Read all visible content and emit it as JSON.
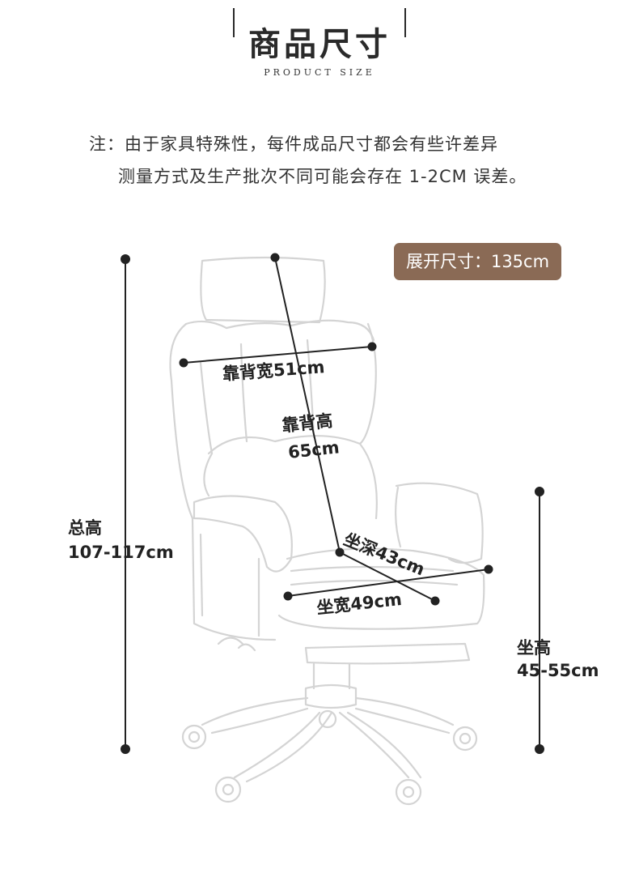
{
  "header": {
    "title": "商品尺寸",
    "subtitle": "PRODUCT SIZE"
  },
  "note": {
    "line1": "注：由于家具特殊性，每件成品尺寸都会有些许差异",
    "line2": "测量方式及生产批次不同可能会存在 1-2CM 误差。"
  },
  "badge": {
    "text": "展开尺寸：135cm"
  },
  "dimensions": {
    "backrest_width": "靠背宽51cm",
    "backrest_height_label": "靠背高",
    "backrest_height_value": "65cm",
    "seat_depth": "坐深43cm",
    "seat_width": "坐宽49cm",
    "total_height_label": "总高",
    "total_height_value": "107-117cm",
    "seat_height_label": "坐高",
    "seat_height_value": "45-55cm"
  },
  "colors": {
    "badge_bg": "#8a6a55",
    "line": "#222222",
    "outline": "#d6d6d6"
  }
}
